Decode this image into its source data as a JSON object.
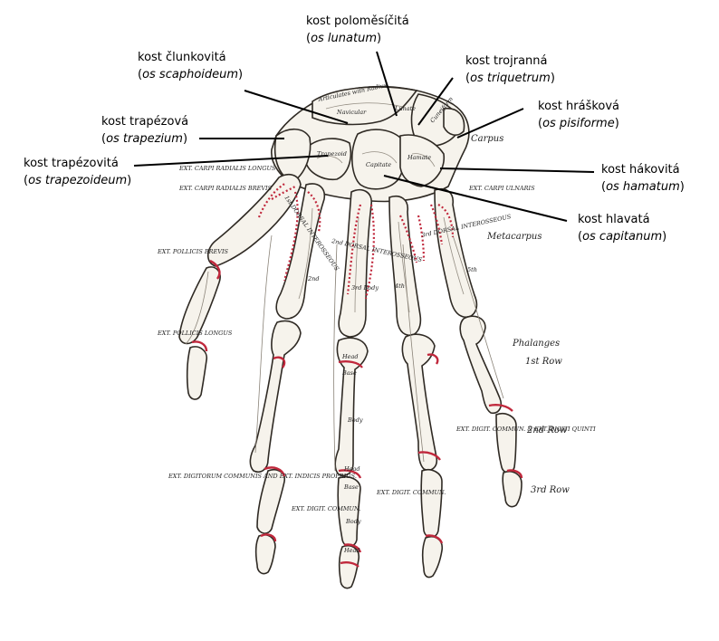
{
  "labels": {
    "lunatum": {
      "name": "kost poloměsíčitá",
      "latin": "os lunatum"
    },
    "scaphoid": {
      "name": "kost člunkovitá",
      "latin": "os scaphoideum"
    },
    "triquetrum": {
      "name": "kost trojranná",
      "latin": "os triquetrum"
    },
    "pisiforme": {
      "name": "kost hrášková",
      "latin": "os pisiforme"
    },
    "trapezium": {
      "name": "kost trapézová",
      "latin": "os trapezium"
    },
    "trapezoid": {
      "name": "kost trapézovitá",
      "latin": "os trapezoideum"
    },
    "hamatum": {
      "name": "kost hákovitá",
      "latin": "os hamatum"
    },
    "capitatum": {
      "name": "kost hlavatá",
      "latin": "os capitanum"
    }
  },
  "engraved": {
    "carpus": "Carpus",
    "metacarpus": "Metacarpus",
    "phalanges": "Phalanges",
    "first_row": "1st Row",
    "second_row": "2nd Row",
    "third_row": "3rd Row",
    "ext_carpi_radialis_longus": "EXT. CARPI RADIALIS LONGUS",
    "ext_carpi_radialis_brevis": "EXT. CARPI RADIALIS BREVIS",
    "ext_carpi_ulnaris": "EXT. CARPI ULNARIS",
    "ext_pollicis_brevis": "EXT. POLLICIS BREVIS",
    "ext_pollicis_longus": "EXT. POLLICIS LONGUS",
    "ext_digit_commun_quinti": "EXT. DIGIT. COMMUN. & EXT. DIGITI QUINTI",
    "ext_digitorum_communis": "EXT. DIGITORUM COMMUNIS AND EXT. INDICIS PROPRIUS.",
    "ext_digit_commun_a": "EXT. DIGIT. COMMUN.",
    "ext_digit_commun_b": "EXT. DIGIT. COMMUN.",
    "articulates_with_radius": "Articulates with Radius",
    "navicular": "Navicular",
    "lunate": "Lunate",
    "cuneiform": "Cuneiform",
    "capitate": "Capitate",
    "hamate": "Hamate",
    "trapezoid": "Trapezoid",
    "head": "Head",
    "base": "Base",
    "body": "Body",
    "third_body": "3rd Body",
    "second_mc": "2nd",
    "fourth_mc": "4th",
    "fifth_mc": "5th",
    "first_dorsal": "1st DORSAL INTEROSSEOUS",
    "second_dorsal": "2nd DORSAL INTEROSSEOUS",
    "third_dorsal": "3rd DORSAL INTEROSSEOUS"
  }
}
